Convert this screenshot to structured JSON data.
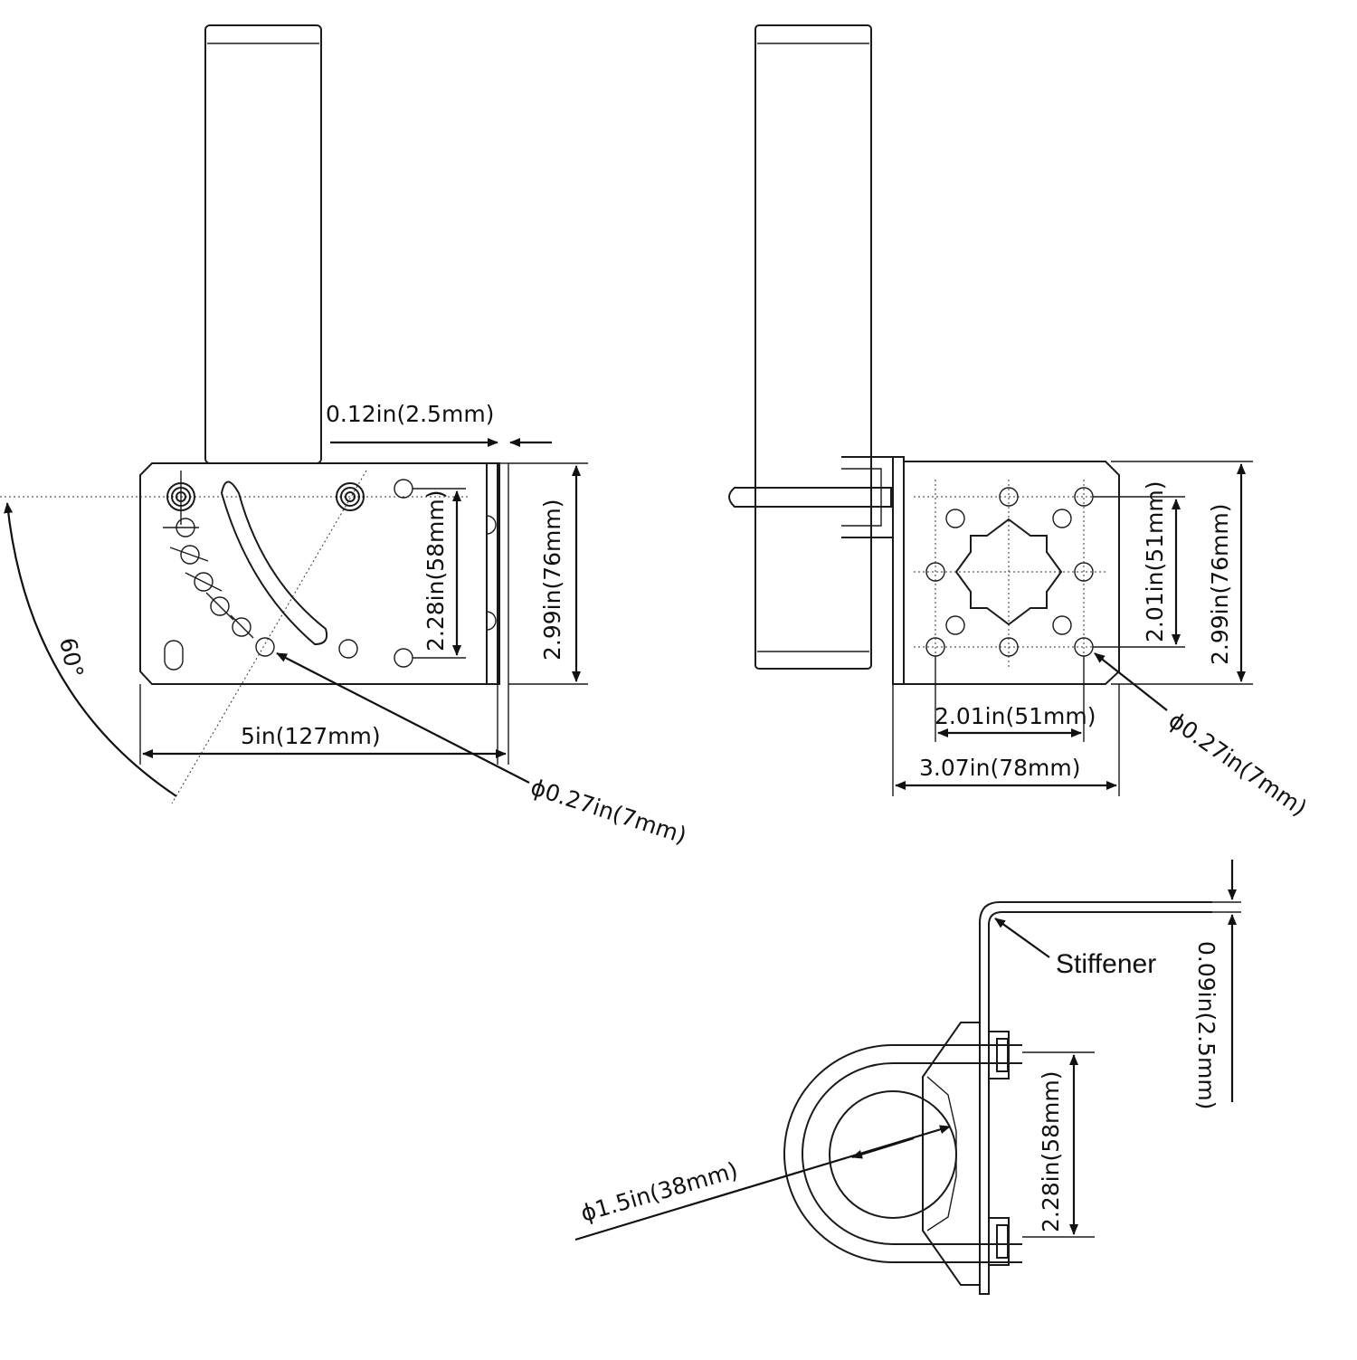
{
  "side_view": {
    "dim_plate_thickness": "0.12in(2.5mm)",
    "dim_hole_spacing": "2.28in(58mm)",
    "dim_plate_height": "2.99in(76mm)",
    "dim_plate_width": "5in(127mm)",
    "dim_hole_diameter": "ϕ0.27in(7mm)",
    "dim_angle": "60°"
  },
  "front_view": {
    "dim_hole_spacing_vertical": "2.01in(51mm)",
    "dim_plate_height": "2.99in(76mm)",
    "dim_hole_spacing_horizontal": "2.01in(51mm)",
    "dim_plate_width": "3.07in(78mm)",
    "dim_hole_diameter": "ϕ0.27in(7mm)"
  },
  "top_view": {
    "label_stiffener": "Stiffener",
    "dim_thickness": "0.09in(2.5mm)",
    "dim_bolt_spacing": "2.28in(58mm)",
    "dim_pipe_diameter": "ϕ1.5in(38mm)"
  }
}
